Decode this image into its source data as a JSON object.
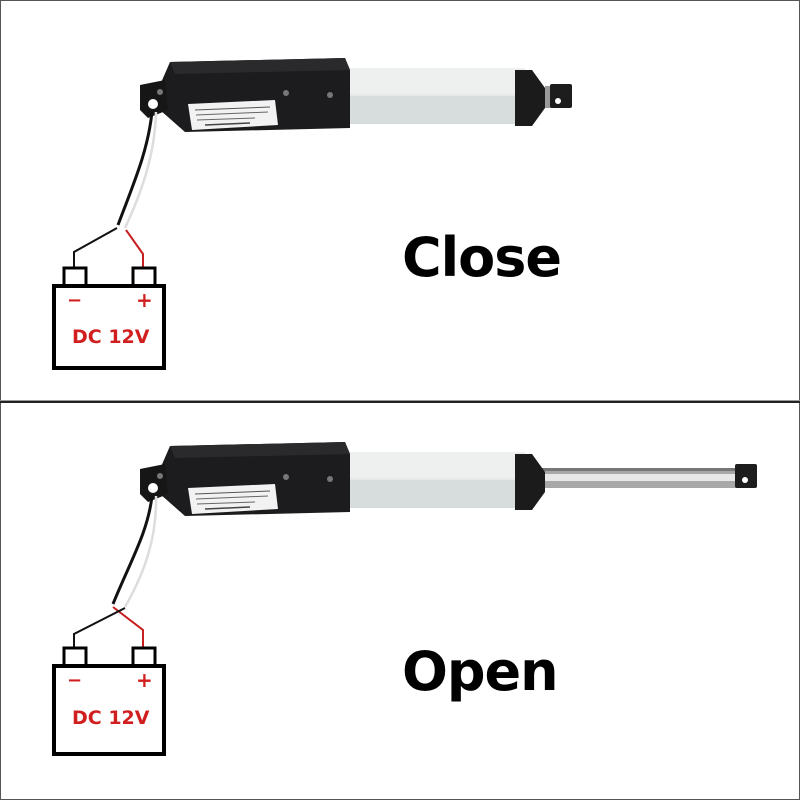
{
  "panels": [
    {
      "id": "close",
      "state_label": "Close",
      "battery": {
        "label": "DC 12V",
        "negative": "−",
        "positive": "+"
      },
      "wiring": "normal",
      "rod_extended": false
    },
    {
      "id": "open",
      "state_label": "Open",
      "battery": {
        "label": "DC 12V",
        "negative": "−",
        "positive": "+"
      },
      "wiring": "reversed",
      "rod_extended": true
    }
  ],
  "colors": {
    "battery_text": "#d11f1f",
    "positive_wire": "#c81e1e",
    "negative_wire": "#111111",
    "motor_housing": "#1c1c1e",
    "tube": "#dfe3e3",
    "rod": "#a8a8a8"
  },
  "icons": {
    "battery": "battery-icon",
    "actuator": "linear-actuator-icon"
  }
}
